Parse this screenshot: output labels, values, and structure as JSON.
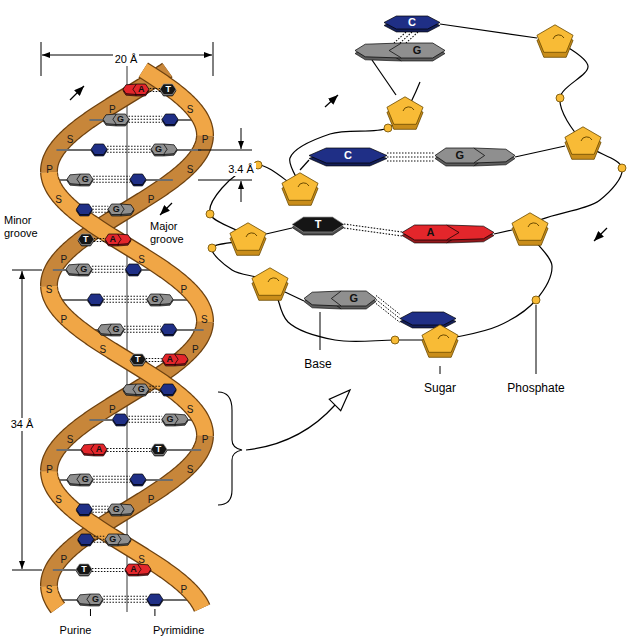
{
  "diagram": {
    "nodes": [
      {
        "text": [
          "T"
        ]
      },
      {
        "text": [
          "A"
        ]
      },
      {
        "text": [
          "G"
        ]
      },
      {
        "text": [
          "G"
        ]
      },
      {
        "text": [
          "G"
        ]
      },
      {
        "text": [
          "G"
        ]
      },
      {
        "text": [
          "T"
        ]
      },
      {
        "text": [
          "A"
        ]
      },
      {
        "text": [
          "G"
        ]
      },
      {
        "text": [
          "G"
        ]
      },
      {
        "text": [
          "G"
        ]
      },
      {
        "text": [
          "T"
        ]
      },
      {
        "text": [
          "A"
        ]
      },
      {
        "text": [
          "G"
        ]
      },
      {
        "text": [
          "G"
        ]
      },
      {
        "text": [
          "T"
        ]
      },
      {
        "text": [
          "A"
        ]
      },
      {
        "text": [
          "G"
        ]
      },
      {
        "text": [
          "G"
        ]
      },
      {
        "text": [
          "G"
        ]
      },
      {
        "text": [
          "T"
        ]
      },
      {
        "text": [
          "A"
        ]
      },
      {
        "text": [
          "G"
        ]
      },
      {
        "text": [
          "C"
        ]
      },
      {
        "text": [
          "G"
        ]
      },
      {
        "text": [
          "C"
        ]
      },
      {
        "text": [
          "G"
        ]
      },
      {
        "text": [
          "T"
        ]
      },
      {
        "text": [
          "A"
        ]
      },
      {
        "text": [
          "G"
        ]
      }
    ],
    "edges": [
      {
        "from": 0,
        "to": 1,
        "arrow": "none"
      },
      {
        "from": 0,
        "to": 1,
        "arrow": "none"
      },
      {
        "from": 6,
        "to": 7,
        "arrow": "none"
      },
      {
        "from": 6,
        "to": 7,
        "arrow": "none"
      },
      {
        "from": 11,
        "to": 12,
        "arrow": "none"
      },
      {
        "from": 11,
        "to": 12,
        "arrow": "none"
      },
      {
        "from": 15,
        "to": 16,
        "arrow": "none"
      },
      {
        "from": 15,
        "to": 16,
        "arrow": "none"
      },
      {
        "from": 20,
        "to": 21,
        "arrow": "none"
      },
      {
        "from": 20,
        "to": 21,
        "arrow": "none"
      },
      {
        "from": 23,
        "to": 24,
        "arrow": "none"
      },
      {
        "from": 23,
        "to": 24,
        "arrow": "none"
      },
      {
        "from": 23,
        "to": 24,
        "arrow": "none"
      },
      {
        "from": 25,
        "to": 26,
        "arrow": "none"
      },
      {
        "from": 25,
        "to": 26,
        "arrow": "none"
      },
      {
        "from": 25,
        "to": 26,
        "arrow": "none"
      },
      {
        "from": 27,
        "to": 28,
        "arrow": "none"
      },
      {
        "from": 27,
        "to": 28,
        "arrow": "none"
      }
    ],
    "labels": [
      "20 Å",
      "3.4 Å",
      "Minor groove",
      "Major groove",
      "34 Å",
      "Purine",
      "Pyrimidine",
      "Base",
      "Sugar",
      "Phosphate",
      "S",
      "P",
      "P",
      "S",
      "S",
      "P",
      "P",
      "S",
      "P",
      "S",
      "S",
      "P",
      "P",
      "S",
      "S",
      "P",
      "S",
      "P",
      "P",
      "S",
      "S",
      "P",
      "P",
      "S",
      "P",
      "S",
      "S",
      "P"
    ]
  }
}
